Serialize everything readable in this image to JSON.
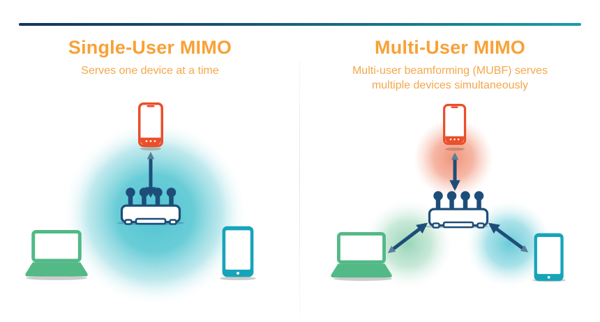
{
  "accent_bar": {
    "gradient_start": "#13355e",
    "gradient_end": "#1e9ba8"
  },
  "panels": {
    "single_user": {
      "title": "Single-User MIMO",
      "subtitle": "Serves one device at a time",
      "icons": [
        "smartphone-icon",
        "wifi-router-icon",
        "laptop-icon",
        "tablet-icon",
        "coverage-circle",
        "uplink-arrow"
      ]
    },
    "multi_user": {
      "title": "Multi-User MIMO",
      "subtitle_lines": [
        "Multi-user beamforming (MUBF) serves",
        "multiple devices simultaneously"
      ],
      "icons": [
        "smartphone-icon",
        "wifi-router-icon",
        "laptop-icon",
        "tablet-icon",
        "beam-red",
        "beam-green",
        "beam-teal",
        "phone-beam-arrow",
        "laptop-beam-arrow",
        "tablet-beam-arrow"
      ]
    }
  },
  "colors": {
    "title_orange": "#f8a136",
    "subtitle_orange": "#f4a74a",
    "device_navy": "#1d4e79",
    "phone_orange": "#ea4e2a",
    "laptop_green": "#52b987",
    "tablet_teal": "#16a4ba",
    "coverage_teal": "#49c2cf",
    "beam_red": "#ed7a5b",
    "beam_green": "#6ec49b",
    "beam_teal": "#3fbccd",
    "arrow_navy": "#1d4e79",
    "arrow_tail_slate": "#5a8097"
  }
}
